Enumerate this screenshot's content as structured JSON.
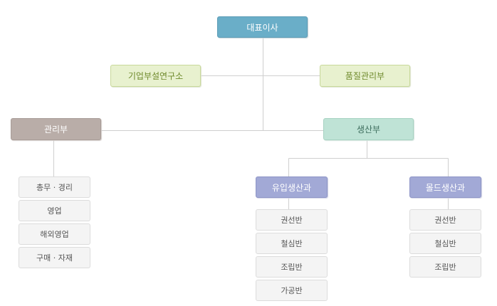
{
  "org_chart": {
    "ceo": {
      "label": "대표이사"
    },
    "lab": {
      "label": "기업부설연구소"
    },
    "quality": {
      "label": "품질관리부"
    },
    "admin": {
      "label": "관리부",
      "units": [
        "총무 · 경리",
        "영업",
        "해외영업",
        "구매 · 자재"
      ]
    },
    "production": {
      "label": "생산부",
      "sections": [
        {
          "label": "유입생산과",
          "units": [
            "권선반",
            "철심반",
            "조립반",
            "가공반"
          ]
        },
        {
          "label": "몰드생산과",
          "units": [
            "권선반",
            "철심반",
            "조립반"
          ]
        }
      ]
    }
  },
  "colors": {
    "ceo": "#6aaec8",
    "lab": "#e8f1cf",
    "quality": "#e8f1cf",
    "admin": "#b9ada8",
    "production": "#bfe3d6",
    "section": "#a2a9d6",
    "unit": "#f4f4f4",
    "connector": "#cfcfcf"
  }
}
